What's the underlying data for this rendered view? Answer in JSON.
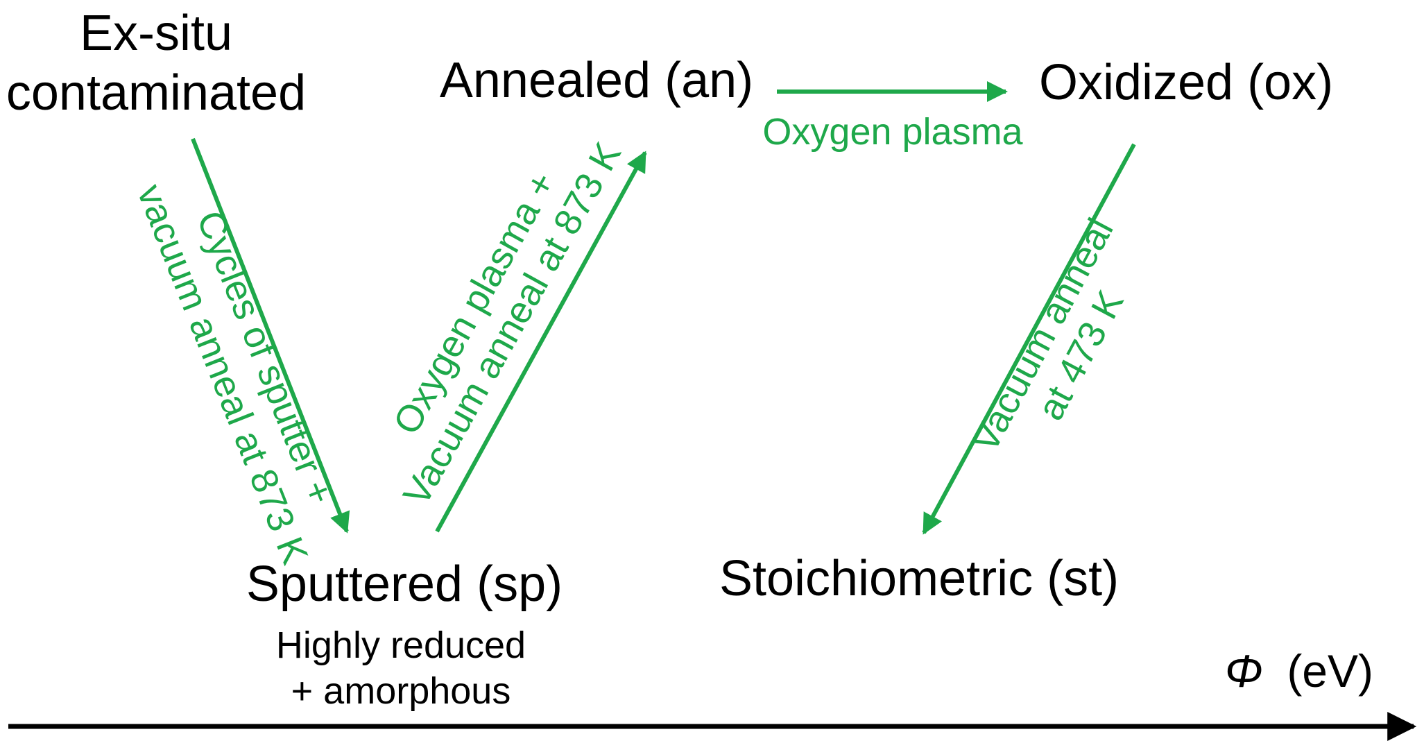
{
  "colors": {
    "process": "#1ea84a",
    "text": "#000000",
    "axis": "#000000"
  },
  "states": {
    "exsitu_line1": "Ex-situ",
    "exsitu_line2": "contaminated",
    "annealed": "Annealed (an)",
    "oxidized": "Oxidized (ox)",
    "sputtered": "Sputtered (sp)",
    "stoichiometric": "Stoichiometric (st)"
  },
  "notes": {
    "sputtered_line1": "Highly reduced",
    "sputtered_line2": "+ amorphous"
  },
  "processes": {
    "clean_line1": "Cycles of sputter +",
    "clean_line2": "vacuum anneal at 873 K",
    "anneal_line1": "Oxygen plasma +",
    "anneal_line2": "Vacuum anneal at 873 K",
    "oxidize": "Oxygen plasma",
    "reduce_line1": "Vacuum anneal",
    "reduce_line2": "at 473 K"
  },
  "axis": {
    "symbol": "Φ",
    "unit": "(eV)"
  }
}
